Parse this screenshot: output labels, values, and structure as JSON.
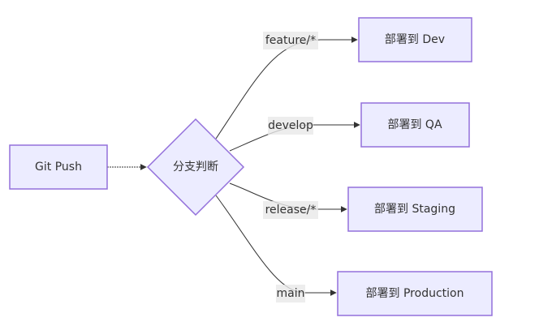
{
  "diagram": {
    "type": "flowchart",
    "direction": "LR",
    "nodes": {
      "git_push": "Git Push",
      "branch_decision": "分支判断",
      "deploy_dev": "部署到 Dev",
      "deploy_qa": "部署到 QA",
      "deploy_staging": "部署到 Staging",
      "deploy_production": "部署到 Production"
    },
    "edges": {
      "feature": "feature/*",
      "develop": "develop",
      "release": "release/*",
      "main": "main"
    },
    "colors": {
      "node_fill": "#ececff",
      "node_stroke": "#9370db",
      "edge": "#333333",
      "label_bg": "#e8e8e8"
    }
  }
}
